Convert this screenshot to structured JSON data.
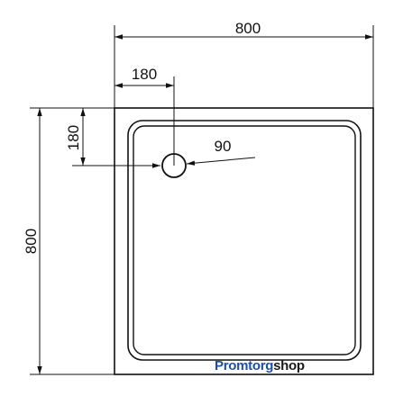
{
  "dimensions": {
    "overall_width": "800",
    "overall_height": "800",
    "drain_offset_x": "180",
    "drain_offset_y": "180",
    "drain_diameter": "90"
  },
  "watermark": {
    "part1": "Promtorg",
    "part2": "shop"
  },
  "colors": {
    "line": "#111111",
    "brand_blue": "#1f4fa3"
  }
}
